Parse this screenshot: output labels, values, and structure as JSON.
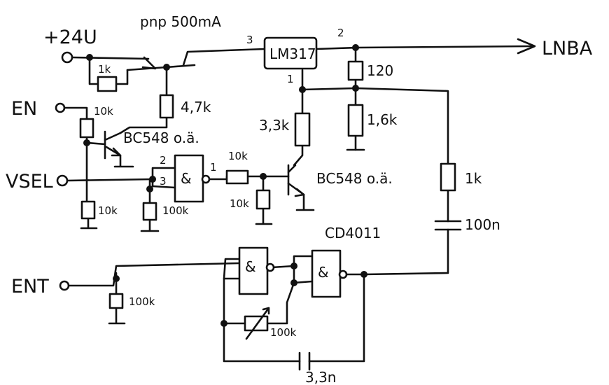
{
  "ports": {
    "v24": "+24U",
    "en": "EN",
    "vsel": "VSEL",
    "ent": "ENT",
    "lnba": "LNBA"
  },
  "pnp": {
    "label": "pnp 500mA"
  },
  "regulator": {
    "name": "LM317",
    "pin_in": "3",
    "pin_out": "2",
    "pin_adj": "1"
  },
  "resistors": {
    "r_base_pnp": "1k",
    "r_4k7": "4,7k",
    "r_en_series": "10k",
    "r_en_pulldown": "10k",
    "r_vsel_pulldown": "100k",
    "r_nand_series": "10k",
    "r_nand_shunt": "10k",
    "r_3k3": "3,3k",
    "r_120": "120",
    "r_1k6": "1,6k",
    "r_1k_tone": "1k",
    "r_ent_pulldown": "100k",
    "pot_osc": "100k"
  },
  "transistors": {
    "t_en": "BC548 o.ä.",
    "t_vsel": "BC548 o.ä."
  },
  "gates": {
    "symbol": "&",
    "ic": "CD4011",
    "pin_a": "2",
    "pin_b": "3",
    "pin_out": "1"
  },
  "capacitors": {
    "c_coupling": "100n",
    "c_timing": "3,3n"
  }
}
